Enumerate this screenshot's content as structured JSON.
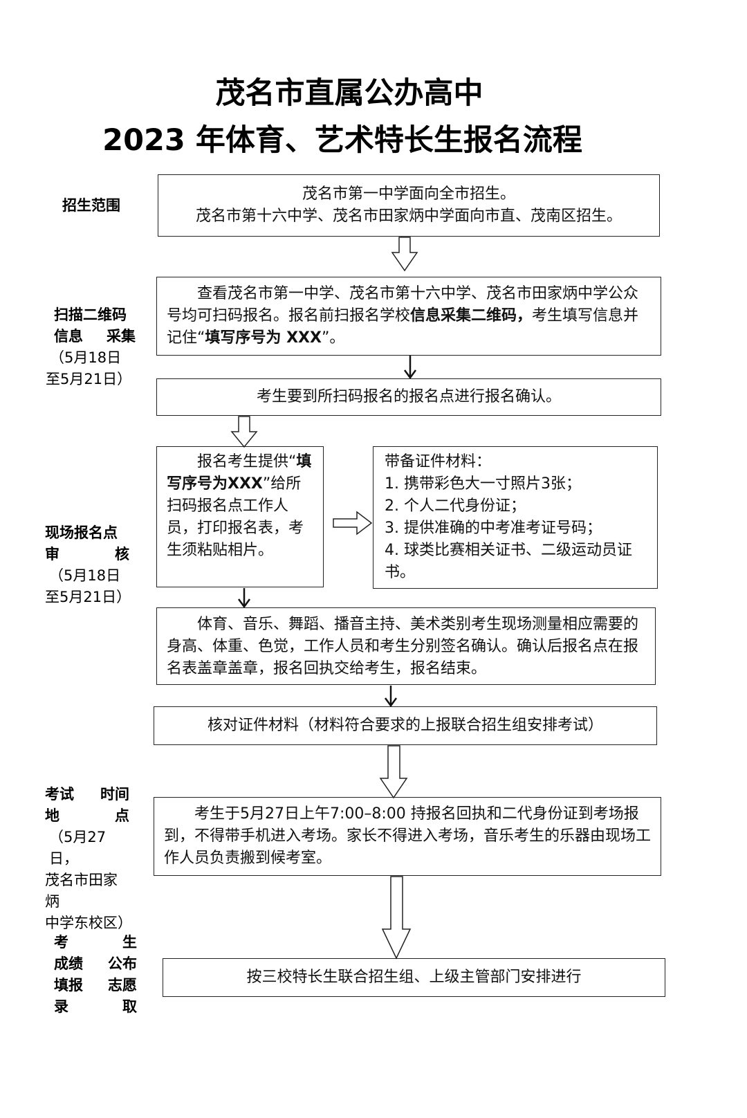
{
  "title": {
    "line1": "茂名市直属公办高中",
    "line2": "2023 年体育、艺术特长生报名流程"
  },
  "labels": {
    "scope": "招生范围",
    "scan_1": "扫描二维码",
    "scan_2a": "信息",
    "scan_2b": "采集",
    "scan_date1": "（5月18日",
    "scan_date2": "至5月21日）",
    "audit_1": "现场报名点",
    "audit_2a": "审",
    "audit_2b": "核",
    "audit_date1": "（5月18日",
    "audit_date2": "至5月21日）",
    "exam_1a": "考试",
    "exam_1b": "时间",
    "exam_2a": "地",
    "exam_2b": "点",
    "exam_date1": "（5月27日，",
    "exam_date2": "茂名市田家炳",
    "exam_date3": "中学东校区）",
    "result_1a": "考",
    "result_1b": "生",
    "result_2a": "成绩",
    "result_2b": "公布",
    "result_3a": "填报",
    "result_3b": "志愿",
    "result_4a": "录",
    "result_4b": "取"
  },
  "boxes": {
    "scope_line1": "茂名市第一中学面向全市招生。",
    "scope_line2": "茂名市第十六中学、茂名市田家炳中学面向市直、茂南区招生。",
    "scan_text_a": "查看茂名市第一中学、茂名市第十六中学、茂名市田家炳中学公众号均可扫码报名。报名前扫报名学校",
    "scan_text_bold1": "信息采集二维码，",
    "scan_text_b": "考生填写信息并记住“",
    "scan_text_bold2": "填写序号为 XXX",
    "scan_text_c": "”。",
    "confirm": "考生要到所扫码报名的报名点进行报名确认。",
    "provide_a": "报名考生提供“",
    "provide_bold": "填写序号为XXX",
    "provide_b": "”给所扫码报名点工作人员，打印报名表，考生须粘贴相片。",
    "materials_title": "带备证件材料：",
    "materials_1": "1.  携带彩色大一寸照片3张；",
    "materials_2": "2.  个人二代身份证；",
    "materials_3": "3.  提供准确的中考准考证号码；",
    "materials_4": "4.  球类比赛相关证书、二级运动员证书。",
    "measure": "体育、音乐、舞蹈、播音主持、美术类别考生现场测量相应需要的身高、体重、色觉，工作人员和考生分别签名确认。确认后报名点在报名表盖章盖章，报名回执交给考生，报名结束。",
    "verify": "核对证件材料（材料符合要求的上报联合招生组安排考试）",
    "exam": "考生于5月27日上午7:00–8:00 持报名回执和二代身份证到考场报到，不得带手机进入考场。家长不得进入考场，音乐考生的乐器由现场工作人员负责搬到候考室。",
    "final": "按三校特长生联合招生组、上级主管部门安排进行"
  }
}
